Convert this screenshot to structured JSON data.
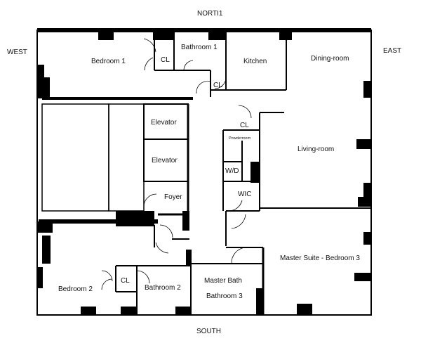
{
  "compass": {
    "north": "NORTI1",
    "south": "SOUTH",
    "east": "EAST",
    "west": "WEST"
  },
  "rooms": {
    "bedroom1": "Bedroom 1",
    "cl_bed1": "CL",
    "bathroom1": "Bathroom 1",
    "cl_hall": "CL",
    "kitchen": "Kitchen",
    "dining": "Dining-room",
    "elevator1": "Elevator",
    "elevator2": "Elevator",
    "cl_powder": "CL",
    "powder": "Powderroom",
    "living": "Living-room",
    "wd": "W/D",
    "foyer": "Foyer",
    "wic": "WIC",
    "master_suite": "Master Suite - Bedroom 3",
    "master_bath": "Master Bath",
    "bathroom3": "Bathroom 3",
    "bedroom2": "Bedroom 2",
    "cl_bed2": "CL",
    "bathroom2": "Bathroom 2"
  }
}
